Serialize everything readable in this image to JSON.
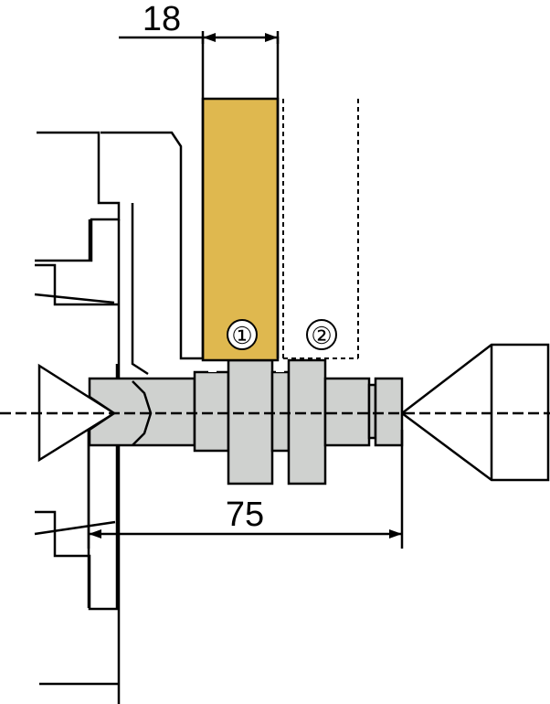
{
  "labels": {
    "tool_width": "18",
    "overall_length": "75",
    "position_1": "①",
    "position_2": "②"
  },
  "colors": {
    "tool": "#dfb84f",
    "workpiece": "#cfd1cf",
    "outline": "#000000",
    "background": "#ffffff"
  }
}
